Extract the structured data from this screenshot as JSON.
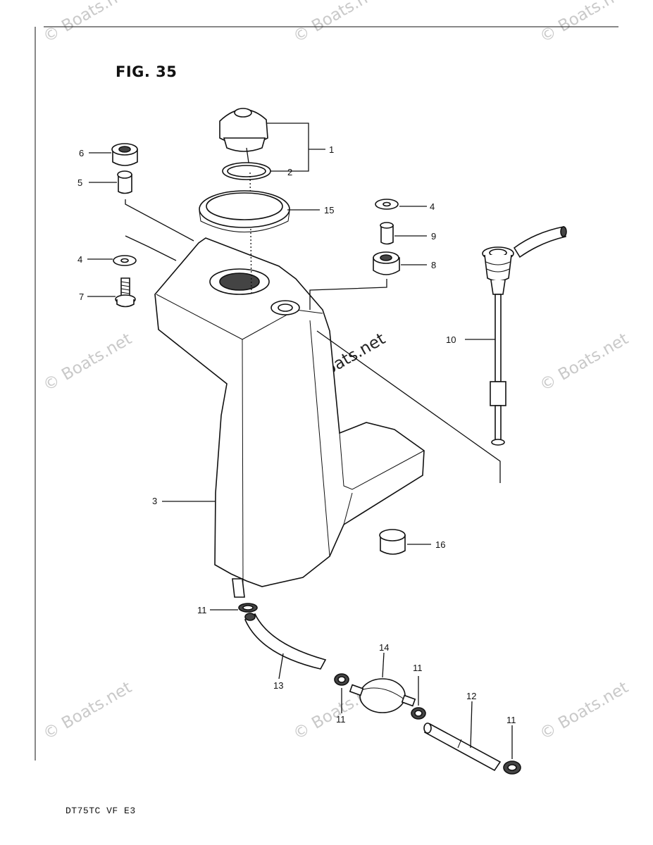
{
  "figure": {
    "title": "FIG. 35",
    "model_code": "DT75TC VF E3"
  },
  "watermark": {
    "text": "© Boats.net"
  },
  "callouts": [
    "1",
    "2",
    "3",
    "4",
    "4",
    "5",
    "6",
    "7",
    "8",
    "9",
    "10",
    "11",
    "11",
    "11",
    "11",
    "12",
    "13",
    "14",
    "15",
    "16"
  ]
}
